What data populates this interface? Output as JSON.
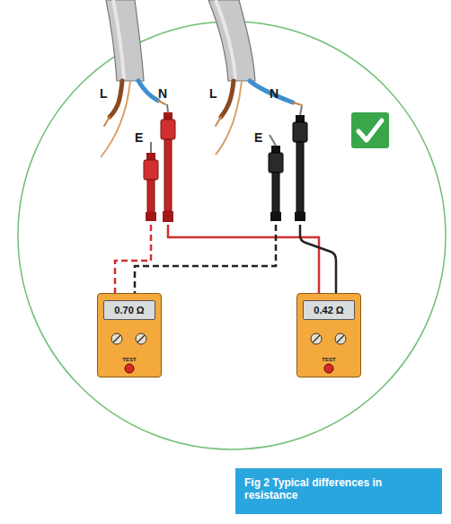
{
  "diagram": {
    "caption": "Fig 2 Typical differences in resistance",
    "nodes": [
      {
        "text": [
          "0.70 Ω",
          "TEST"
        ]
      },
      {
        "text": [
          "0.42 Ω",
          "TEST"
        ]
      }
    ],
    "labels": [
      "L",
      "N",
      "E",
      "L",
      "N",
      "E"
    ]
  }
}
